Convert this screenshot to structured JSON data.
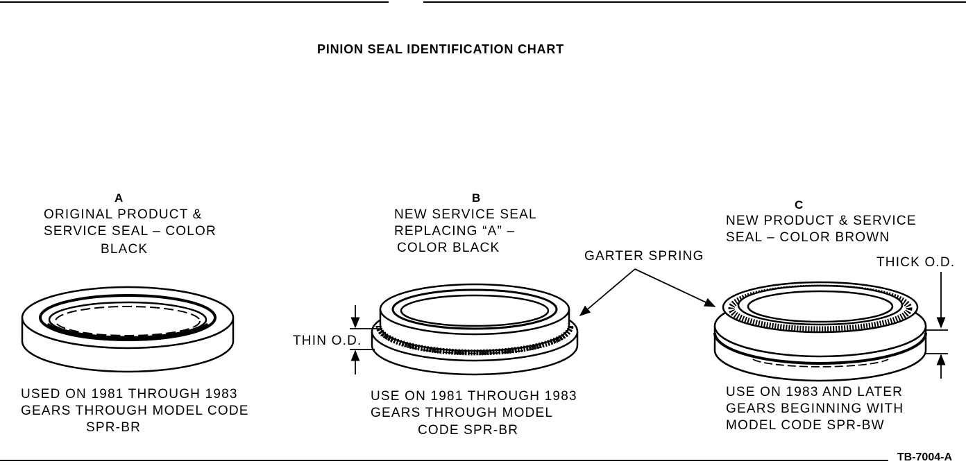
{
  "title": "PINION SEAL IDENTIFICATION CHART",
  "seals": [
    {
      "letter": "A",
      "desc": [
        "ORIGINAL PRODUCT &",
        "SERVICE SEAL – COLOR",
        "BLACK"
      ],
      "usage": [
        "USED ON 1981 THROUGH 1983",
        "GEARS THROUGH MODEL CODE",
        "SPR-BR"
      ]
    },
    {
      "letter": "B",
      "desc": [
        "NEW SERVICE SEAL",
        "REPLACING “A” –",
        "COLOR BLACK"
      ],
      "usage": [
        "USE ON 1981 THROUGH 1983",
        "GEARS THROUGH MODEL",
        "CODE SPR-BR"
      ]
    },
    {
      "letter": "C",
      "desc": [
        "NEW PRODUCT & SERVICE",
        "SEAL – COLOR BROWN"
      ],
      "usage": [
        "USE ON 1983 AND LATER",
        "GEARS BEGINNING WITH",
        "MODEL CODE SPR-BW"
      ]
    }
  ],
  "labels": {
    "garter_spring": "GARTER SPRING",
    "thin_od": "THIN O.D.",
    "thick_od": "THICK O.D."
  },
  "figure_ref": "TB-7004-A"
}
